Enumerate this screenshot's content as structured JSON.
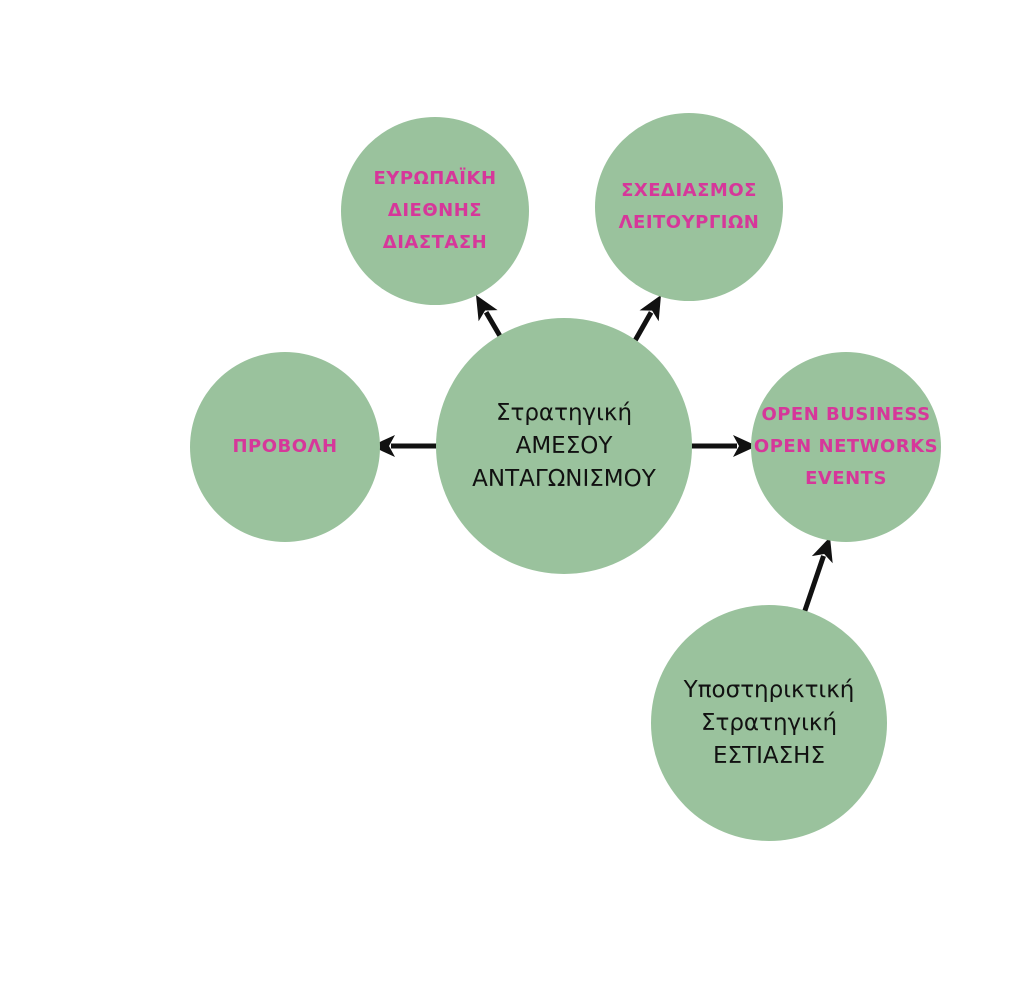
{
  "colors": {
    "circle_fill": "#9ac29d",
    "accent_text": "#d6379a",
    "dark_text": "#111111",
    "arrow": "#111111"
  },
  "nodes": {
    "center": {
      "lines": [
        "Στρατηγική",
        "ΑΜΕΣΟΥ",
        "ΑΝΤΑΓΩΝΙΣΜΟΥ"
      ]
    },
    "european": {
      "lines": [
        "ΕΥΡΩΠΑΪΚΗ",
        "ΔΙΕΘΝΗΣ",
        "ΔΙΑΣΤΑΣΗ"
      ]
    },
    "planning": {
      "lines": [
        "ΣΧΕΔΙΑΣΜΟΣ",
        "ΛΕΙΤΟΥΡΓΙΩΝ"
      ]
    },
    "promotion": {
      "lines": [
        "ΠΡΟΒΟΛΗ"
      ]
    },
    "open_events": {
      "lines": [
        "OPEN BUSINESS",
        "OPEN NETWORKS",
        "EVENTS"
      ]
    },
    "support": {
      "lines": [
        "Υποστηρικτική",
        "Στρατηγική",
        "ΕΣΤΙΑΣΗΣ"
      ]
    }
  }
}
